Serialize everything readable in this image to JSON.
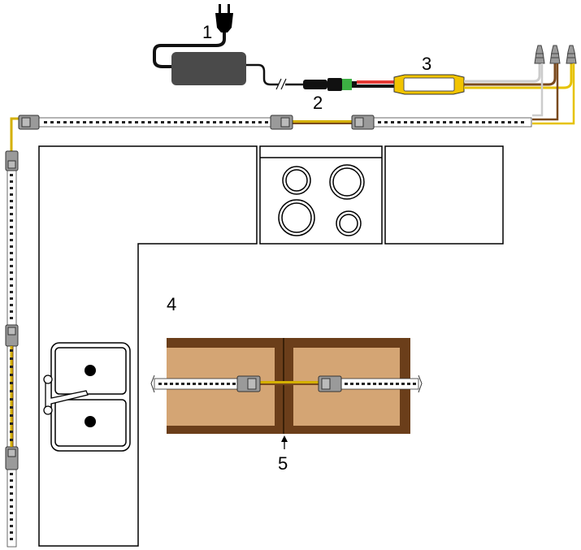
{
  "labels": {
    "one": "1",
    "two": "2",
    "three": "3",
    "four": "4",
    "five": "5"
  },
  "colors": {
    "outline": "#000000",
    "adapter": "#4a4a4a",
    "cable_black": "#111111",
    "cable_red": "#e53935",
    "cable_yellow": "#d4b000",
    "controller_yellow": "#f2c400",
    "wire_white": "#cccccc",
    "wire_brown": "#7a4a1e",
    "wire_yellow": "#e6c200",
    "connector_grey": "#9a9a9a",
    "strip_white": "#ffffff",
    "led_dark": "#222222",
    "wood_dark": "#6b3e1a",
    "wood_light": "#d4a574",
    "green_plug": "#3cb043"
  }
}
